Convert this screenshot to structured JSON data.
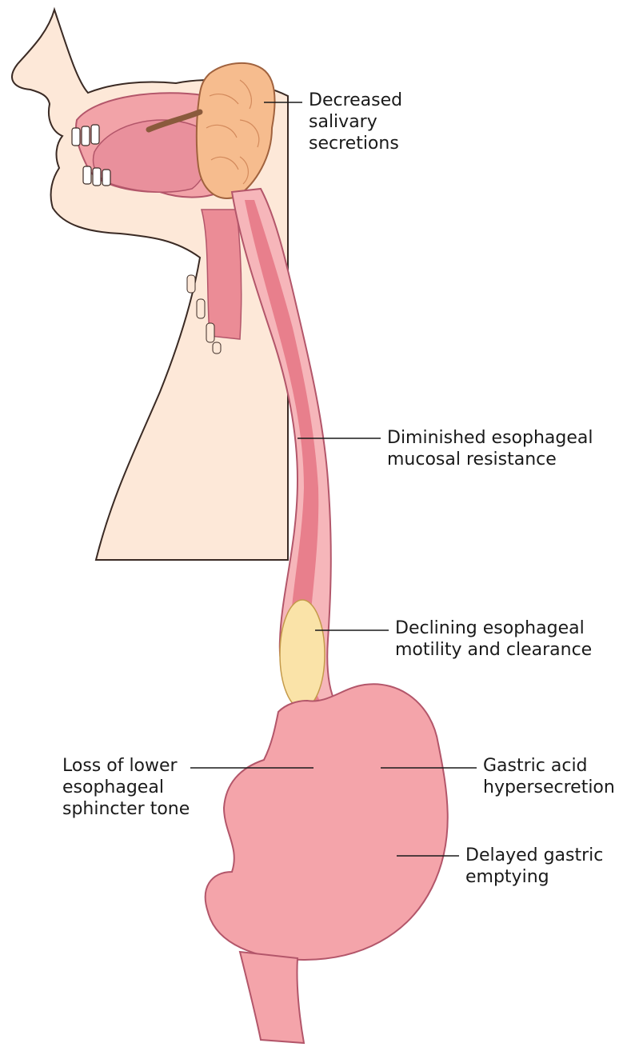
{
  "palette": {
    "skin": "#fde8d8",
    "skin_outline": "#3a2a24",
    "tissue": "#f2a3a8",
    "tissue_dark": "#e07c86",
    "gland": "#f6bc8e",
    "bolus": "#fae3a8",
    "duct": "#8a5a3c"
  },
  "labels": {
    "salivary": [
      "Decreased",
      "salivary",
      "secretions"
    ],
    "mucosal": [
      "Diminished esophageal",
      "mucosal resistance"
    ],
    "motility": [
      "Declining esophageal",
      "motility and clearance"
    ],
    "sphincter": [
      "Loss of lower",
      "esophageal",
      "sphincter tone"
    ],
    "acid": [
      "Gastric acid",
      "hypersecretion"
    ],
    "emptying": [
      "Delayed gastric",
      "emptying"
    ]
  }
}
